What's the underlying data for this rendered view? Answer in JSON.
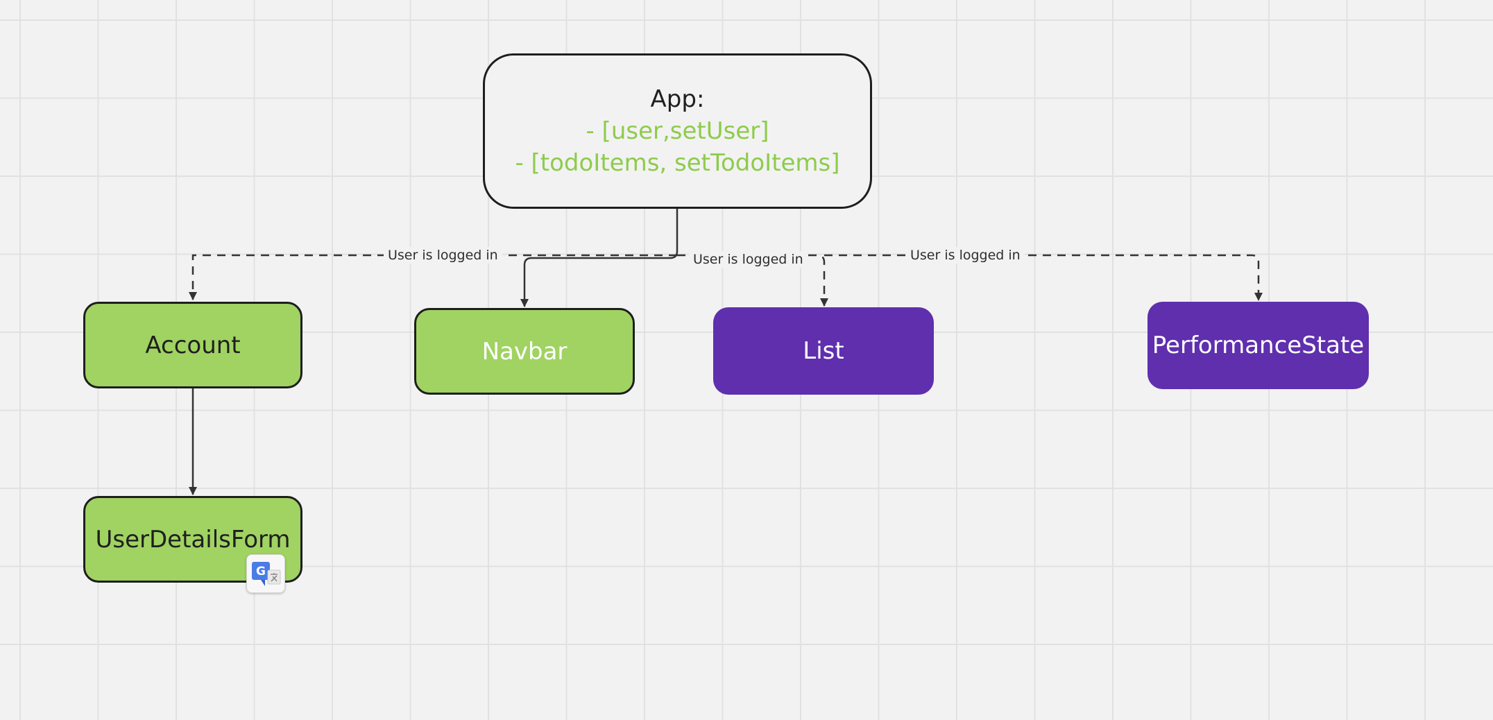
{
  "nodes": {
    "app": {
      "title": "App:",
      "lines": [
        "- [user,setUser]",
        "- [todoItems, setTodoItems]"
      ]
    },
    "account": {
      "label": "Account"
    },
    "navbar": {
      "label": "Navbar"
    },
    "list": {
      "label": "List"
    },
    "performance_state": {
      "label": "PerformanceState"
    },
    "user_details_form": {
      "label": "UserDetailsForm"
    }
  },
  "edges": [
    {
      "from": "App",
      "to": "Account",
      "style": "dashed",
      "label": "User is logged in"
    },
    {
      "from": "App",
      "to": "Navbar",
      "style": "solid",
      "label": ""
    },
    {
      "from": "App",
      "to": "List",
      "style": "dashed",
      "label": "User is logged in"
    },
    {
      "from": "App",
      "to": "PerformanceState",
      "style": "dashed",
      "label": "User is logged in"
    },
    {
      "from": "Account",
      "to": "UserDetailsForm",
      "style": "solid",
      "label": ""
    }
  ],
  "colors": {
    "background": "#f2f2f2",
    "grid_line": "#e1e1e1",
    "green_node": "#a0d362",
    "purple_node": "#5f2fad",
    "state_text": "#8ecb4c",
    "connector": "#333333"
  },
  "overlay": {
    "translate_icon": "google-translate-icon"
  }
}
